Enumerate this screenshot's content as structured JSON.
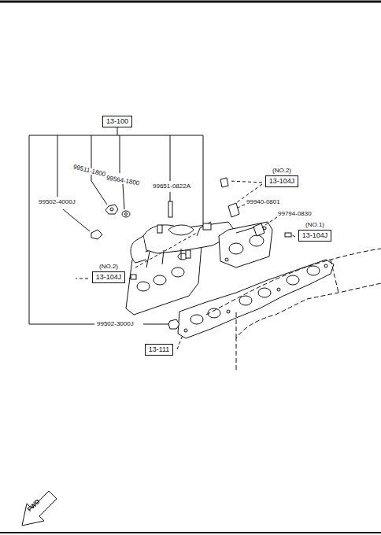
{
  "diagram": {
    "nodes": [
      {
        "text": [
          "13-100"
        ]
      },
      {
        "text": [
          "(NO.2)",
          "13-104J"
        ]
      },
      {
        "text": [
          "(NO.1)",
          "13-104J"
        ]
      },
      {
        "text": [
          "(NO.2)",
          "13-104J"
        ]
      },
      {
        "text": [
          "13-111"
        ]
      }
    ],
    "labels": [
      "99511-1800",
      "99564-1800",
      "99651-0822A",
      "99502-4000J",
      "99940-0801",
      "99794-0830",
      "99502-3000J",
      "FWD"
    ]
  }
}
